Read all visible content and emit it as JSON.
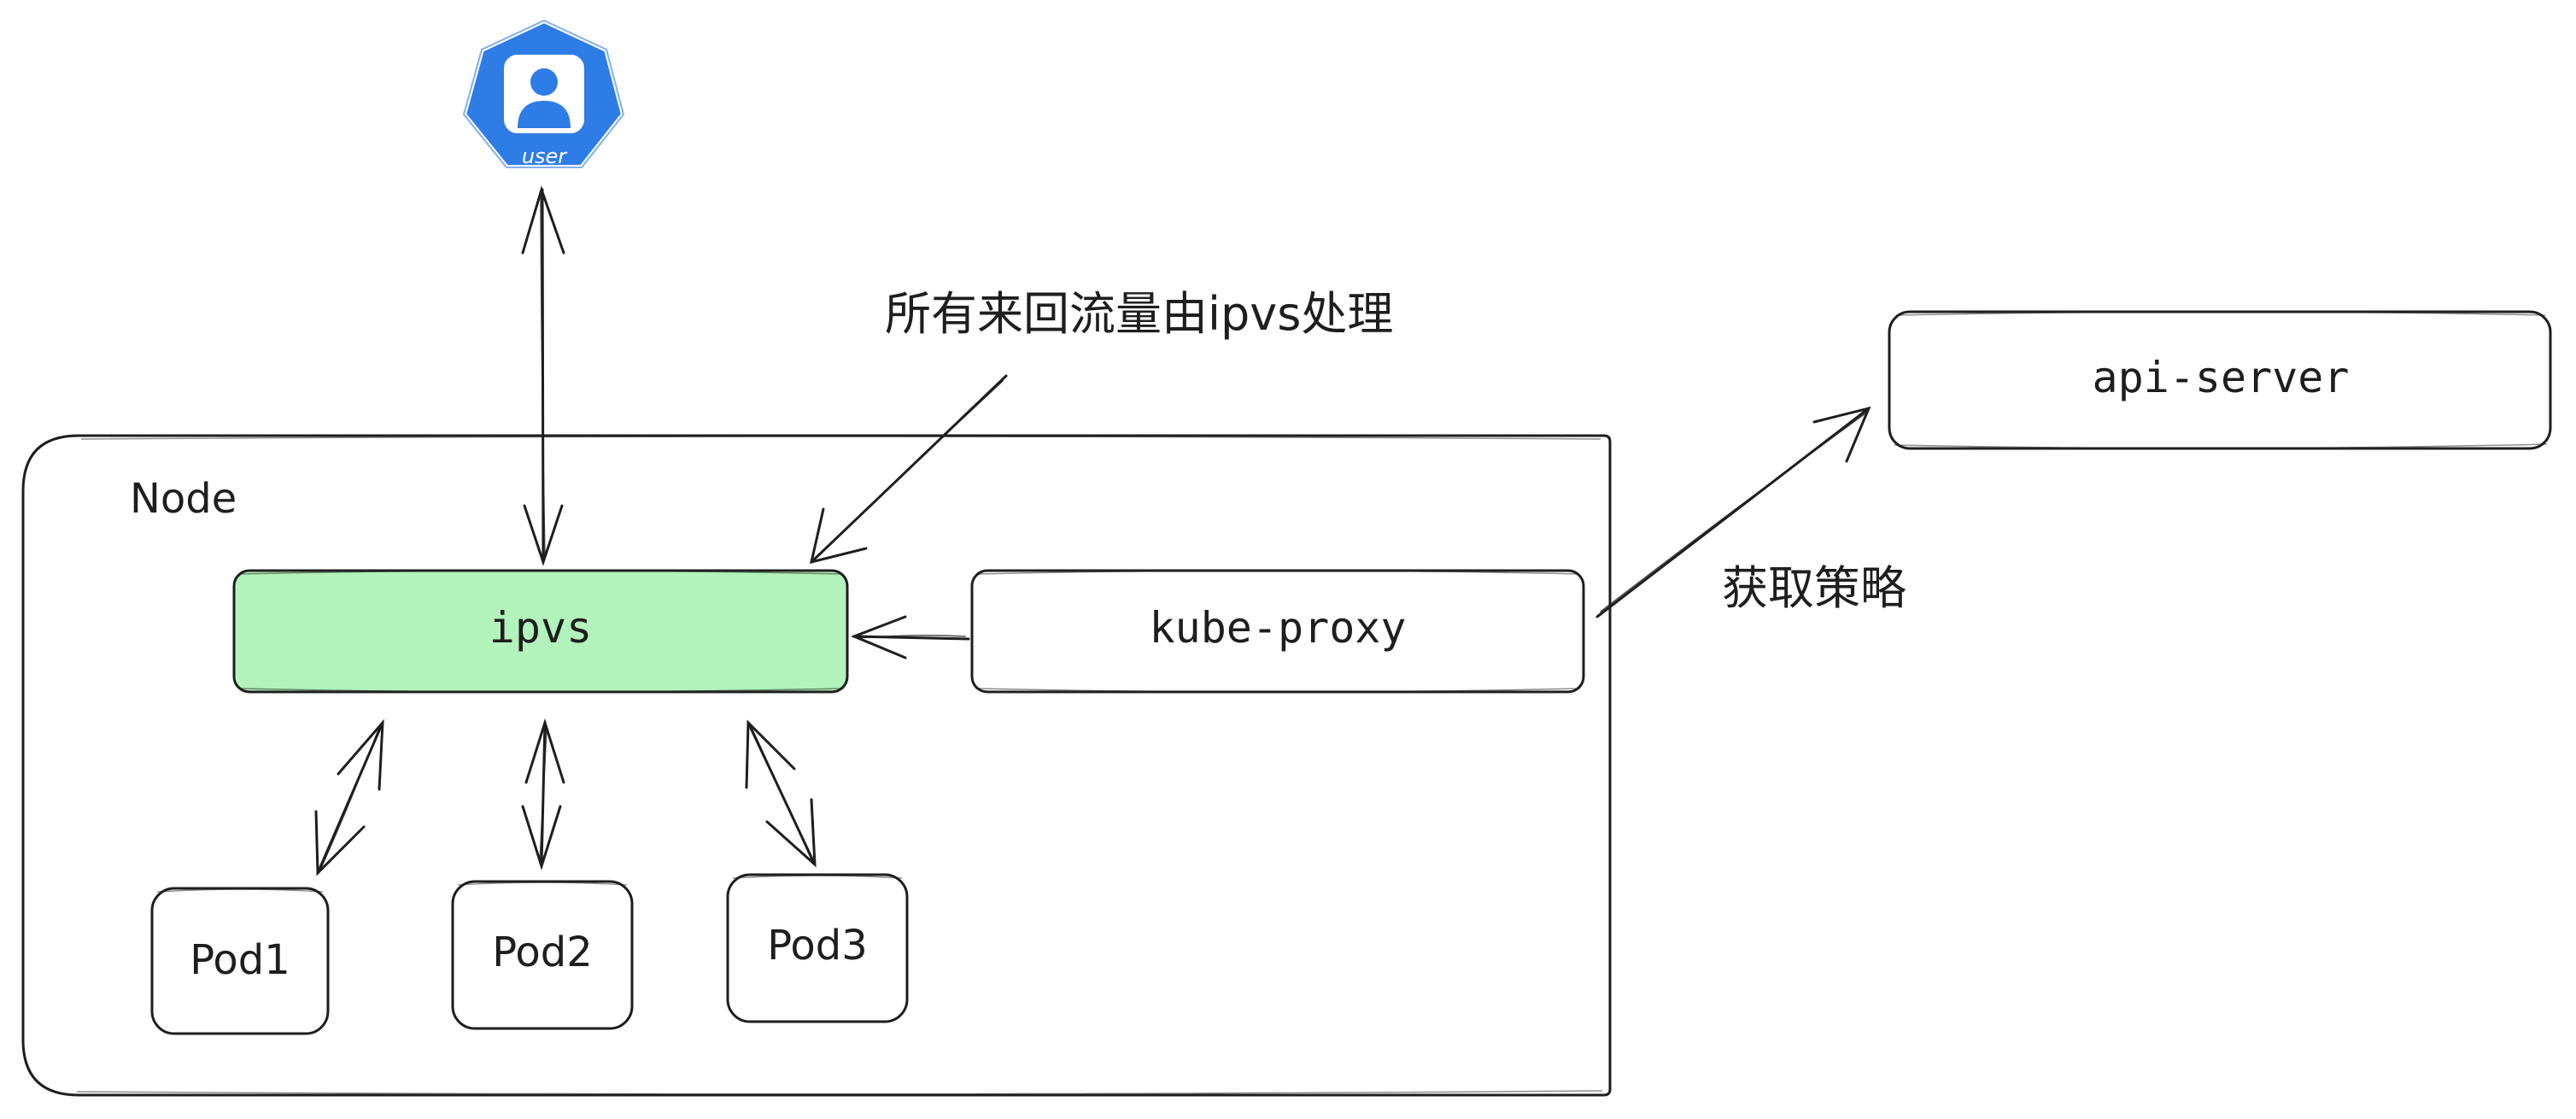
{
  "user": {
    "label": "user",
    "badge_color": "#2e7ce6",
    "icon": "user-badge-icon"
  },
  "node": {
    "label": "Node"
  },
  "ipvs": {
    "label": "ipvs",
    "fill_color": "#b2f2bb"
  },
  "kube_proxy": {
    "label": "kube-proxy"
  },
  "api_server": {
    "label": "api-server"
  },
  "pods": [
    {
      "label": "Pod1"
    },
    {
      "label": "Pod2"
    },
    {
      "label": "Pod3"
    }
  ],
  "annotations": {
    "ipvs_note": "所有来回流量由ipvs处理",
    "policy_note": "获取策略"
  }
}
